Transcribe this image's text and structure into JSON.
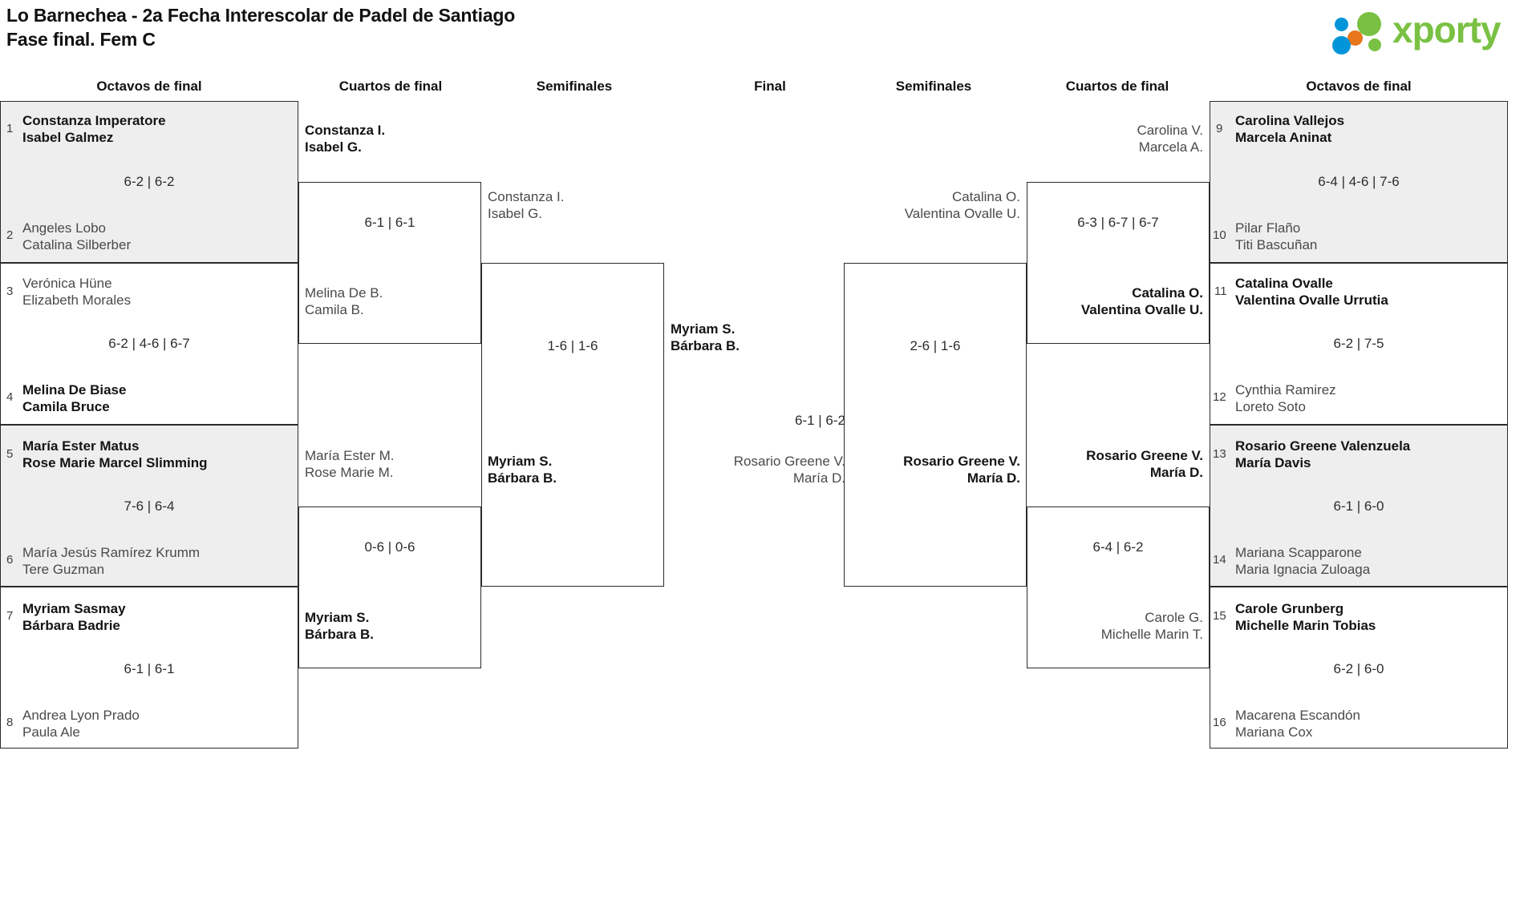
{
  "header": {
    "title_line1": "Lo Barnechea - 2a Fecha Interescolar de Padel de Santiago",
    "title_line2": "Fase final. Fem C",
    "logo_text": "xporty",
    "logo_colors": {
      "green": "#7ac143",
      "blue": "#0095d9",
      "orange": "#e8761a"
    }
  },
  "rounds": {
    "left_r16": "Octavos de final",
    "left_qf": "Cuartos de final",
    "left_sf": "Semifinales",
    "final": "Final",
    "right_sf": "Semifinales",
    "right_qf": "Cuartos de final",
    "right_r16": "Octavos de final"
  },
  "left_r16": [
    {
      "seed_top": "1",
      "seed_bottom": "2",
      "top": {
        "l1": "Constanza Imperatore",
        "l2": "Isabel Galmez",
        "winner": true
      },
      "bottom": {
        "l1": "Angeles Lobo",
        "l2": "Catalina Silberber",
        "winner": false
      },
      "score": "6-2 | 6-2",
      "shaded": true
    },
    {
      "seed_top": "3",
      "seed_bottom": "4",
      "top": {
        "l1": "Verónica Hüne",
        "l2": "Elizabeth Morales",
        "winner": false
      },
      "bottom": {
        "l1": "Melina De Biase",
        "l2": "Camila Bruce",
        "winner": true
      },
      "score": "6-2 | 4-6 | 6-7",
      "shaded": false
    },
    {
      "seed_top": "5",
      "seed_bottom": "6",
      "top": {
        "l1": "María Ester Matus",
        "l2": "Rose Marie Marcel Slimming",
        "winner": true
      },
      "bottom": {
        "l1": "María Jesús Ramírez Krumm",
        "l2": "Tere Guzman",
        "winner": false
      },
      "score": "7-6 | 6-4",
      "shaded": true
    },
    {
      "seed_top": "7",
      "seed_bottom": "8",
      "top": {
        "l1": "Myriam Sasmay",
        "l2": "Bárbara Badrie",
        "winner": true
      },
      "bottom": {
        "l1": "Andrea Lyon Prado",
        "l2": "Paula Ale",
        "winner": false
      },
      "score": "6-1 | 6-1",
      "shaded": false
    }
  ],
  "right_r16": [
    {
      "seed_top": "9",
      "seed_bottom": "10",
      "top": {
        "l1": "Carolina Vallejos",
        "l2": "Marcela Aninat",
        "winner": true
      },
      "bottom": {
        "l1": "Pilar Flaño",
        "l2": "Titi Bascuñan",
        "winner": false
      },
      "score": "6-4 | 4-6 | 7-6",
      "shaded": true
    },
    {
      "seed_top": "11",
      "seed_bottom": "12",
      "top": {
        "l1": "Catalina Ovalle",
        "l2": "Valentina Ovalle Urrutia",
        "winner": true
      },
      "bottom": {
        "l1": "Cynthia Ramirez",
        "l2": "Loreto Soto",
        "winner": false
      },
      "score": "6-2 | 7-5",
      "shaded": false
    },
    {
      "seed_top": "13",
      "seed_bottom": "14",
      "top": {
        "l1": "Rosario Greene Valenzuela",
        "l2": "María Davis",
        "winner": true
      },
      "bottom": {
        "l1": "Mariana Scapparone",
        "l2": "Maria Ignacia Zuloaga",
        "winner": false
      },
      "score": "6-1 | 6-0",
      "shaded": true
    },
    {
      "seed_top": "15",
      "seed_bottom": "16",
      "top": {
        "l1": "Carole Grunberg",
        "l2": "Michelle Marin Tobias",
        "winner": true
      },
      "bottom": {
        "l1": "Macarena Escandón",
        "l2": "Mariana Cox",
        "winner": false
      },
      "score": "6-2 | 6-0",
      "shaded": false
    }
  ],
  "left_qf": [
    {
      "top": {
        "l1": "Constanza I.",
        "l2": "Isabel G.",
        "winner": true
      },
      "bottom": {
        "l1": "Melina De B.",
        "l2": "Camila B.",
        "winner": false
      },
      "score": "6-1 | 6-1"
    },
    {
      "top": {
        "l1": "María Ester M.",
        "l2": "Rose Marie M.",
        "winner": false
      },
      "bottom": {
        "l1": "Myriam S.",
        "l2": "Bárbara B.",
        "winner": true
      },
      "score": "0-6 | 0-6"
    }
  ],
  "left_sf": [
    {
      "top": {
        "l1": "Constanza I.",
        "l2": "Isabel G.",
        "winner": false
      },
      "bottom": {
        "l1": "Myriam S.",
        "l2": "Bárbara B.",
        "winner": true
      },
      "score": "1-6 | 1-6"
    }
  ],
  "final": {
    "top": {
      "l1": "Myriam S.",
      "l2": "Bárbara B.",
      "winner": true
    },
    "bottom": {
      "l1": "Rosario Greene V.",
      "l2": "María D.",
      "winner": false
    },
    "score": "6-1 | 6-2"
  },
  "right_sf": [
    {
      "top": {
        "l1": "Catalina O.",
        "l2": "Valentina Ovalle U.",
        "winner": false
      },
      "bottom": {
        "l1": "Rosario Greene V.",
        "l2": "María D.",
        "winner": true
      },
      "score": "2-6 | 1-6"
    }
  ],
  "right_qf": [
    {
      "top": {
        "l1": "Carolina V.",
        "l2": "Marcela A.",
        "winner": false
      },
      "bottom": {
        "l1": "Catalina O.",
        "l2": "Valentina Ovalle U.",
        "winner": true
      },
      "score": "6-3 | 6-7 | 6-7"
    },
    {
      "top": {
        "l1": "Rosario Greene V.",
        "l2": "María D.",
        "winner": true
      },
      "bottom": {
        "l1": "Carole G.",
        "l2": "Michelle Marin T.",
        "winner": false
      },
      "score": "6-4 | 6-2"
    }
  ]
}
